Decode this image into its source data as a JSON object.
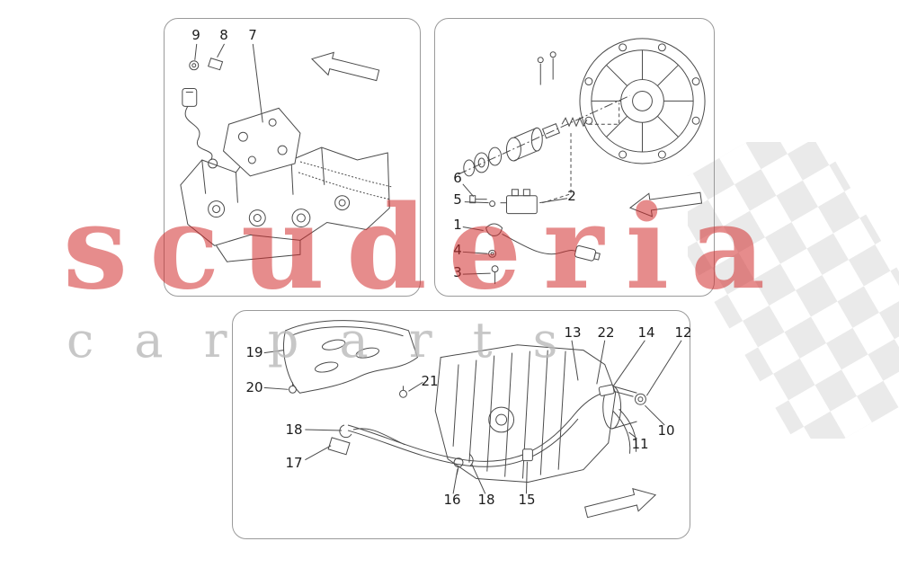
{
  "watermark": {
    "title": "scuderia",
    "subtitle": "c a r p a r t s",
    "title_color": "rgba(210,45,45,0.55)",
    "subtitle_color": "rgba(185,185,185,0.8)",
    "flag_color": "#d9d9d9"
  },
  "panels": {
    "electrics": {
      "arrow_direction": "up-left",
      "callouts": [
        "9",
        "8",
        "7"
      ]
    },
    "clutch": {
      "arrow_direction": "left",
      "callouts": [
        "6",
        "5",
        "2",
        "1",
        "4",
        "3"
      ]
    },
    "gearbox": {
      "arrow_direction": "up-right",
      "callouts": [
        "19",
        "20",
        "21",
        "18",
        "17",
        "13",
        "22",
        "14",
        "12",
        "10",
        "11",
        "16",
        "18",
        "15"
      ]
    }
  }
}
